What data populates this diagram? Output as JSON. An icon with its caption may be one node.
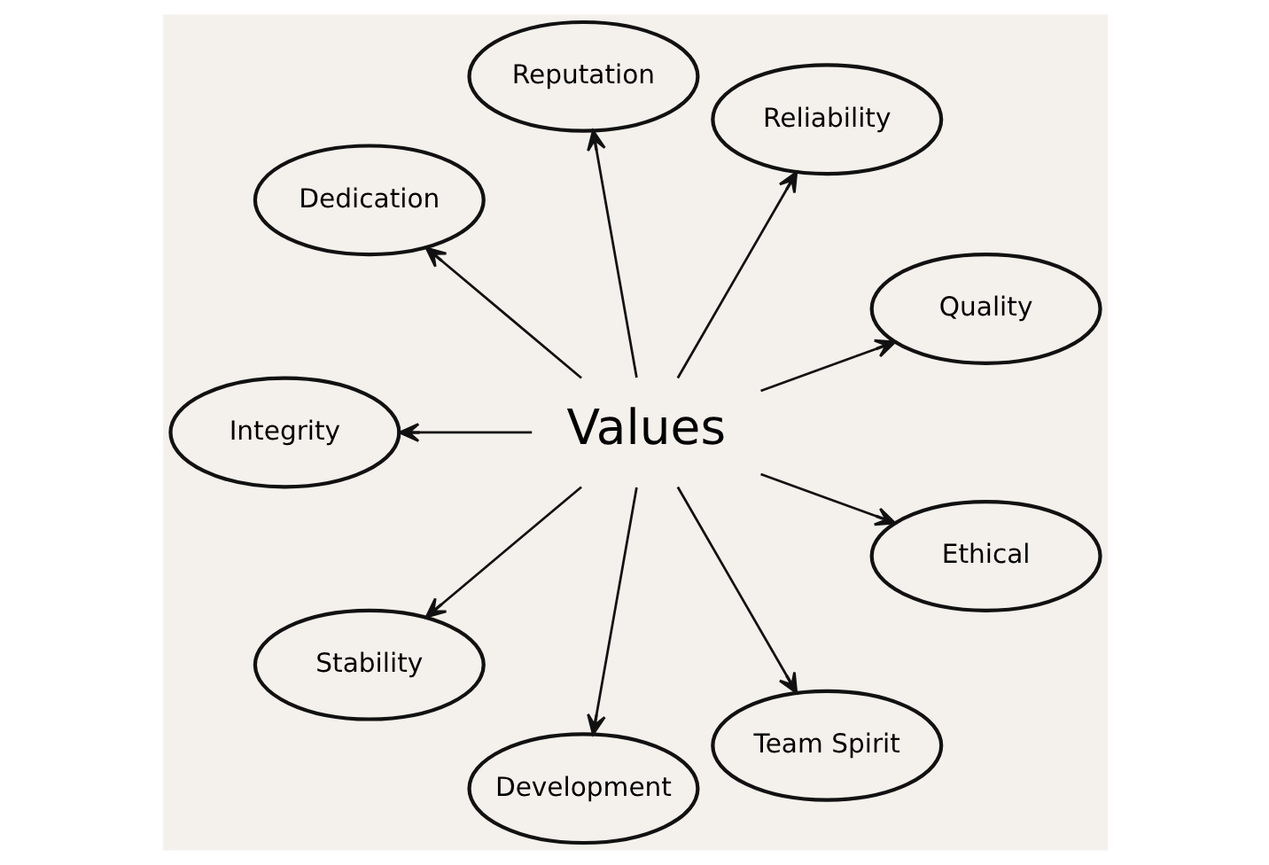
{
  "diagram": {
    "nodes": [
      {
        "text": [
          "Values"
        ]
      },
      {
        "text": [
          "Quality"
        ]
      },
      {
        "text": [
          "Reliability"
        ]
      },
      {
        "text": [
          "Reputation"
        ]
      },
      {
        "text": [
          "Dedication"
        ]
      },
      {
        "text": [
          "Integrity"
        ]
      },
      {
        "text": [
          "Stability"
        ]
      },
      {
        "text": [
          "Development"
        ]
      },
      {
        "text": [
          "Team Spirit"
        ]
      },
      {
        "text": [
          "Ethical"
        ]
      }
    ],
    "edges": [
      {
        "from": 0,
        "to": 1,
        "arrow": "to"
      },
      {
        "from": 0,
        "to": 2,
        "arrow": "to"
      },
      {
        "from": 0,
        "to": 3,
        "arrow": "to"
      },
      {
        "from": 0,
        "to": 4,
        "arrow": "to"
      },
      {
        "from": 0,
        "to": 5,
        "arrow": "to"
      },
      {
        "from": 0,
        "to": 6,
        "arrow": "to"
      },
      {
        "from": 0,
        "to": 7,
        "arrow": "to"
      },
      {
        "from": 0,
        "to": 8,
        "arrow": "to"
      },
      {
        "from": 0,
        "to": 9,
        "arrow": "to"
      }
    ]
  }
}
